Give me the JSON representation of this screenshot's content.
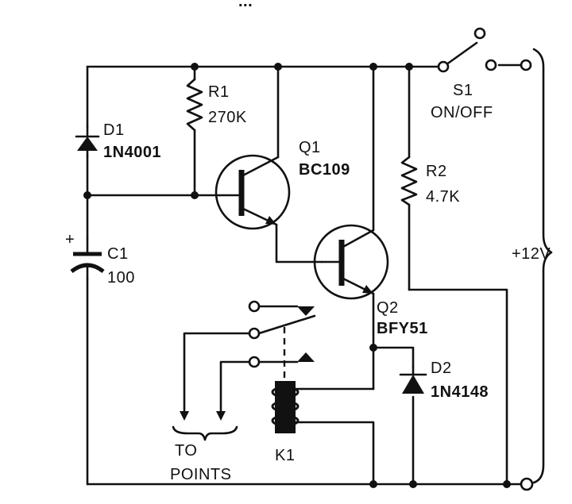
{
  "title_fragment": "...",
  "components": {
    "r1": {
      "ref": "R1",
      "value": "270K"
    },
    "d1": {
      "ref": "D1",
      "value": "1N4001"
    },
    "c1": {
      "ref": "C1",
      "value": "100",
      "polarity": "+"
    },
    "q1": {
      "ref": "Q1",
      "value": "BC109"
    },
    "q2": {
      "ref": "Q2",
      "value": "BFY51"
    },
    "r2": {
      "ref": "R2",
      "value": "4.7K"
    },
    "s1": {
      "ref": "S1",
      "value": "ON/OFF"
    },
    "d2": {
      "ref": "D2",
      "value": "1N4148"
    },
    "k1": {
      "ref": "K1"
    }
  },
  "supply": {
    "label": "+12V"
  },
  "output": {
    "line1": "TO",
    "line2": "POINTS"
  }
}
